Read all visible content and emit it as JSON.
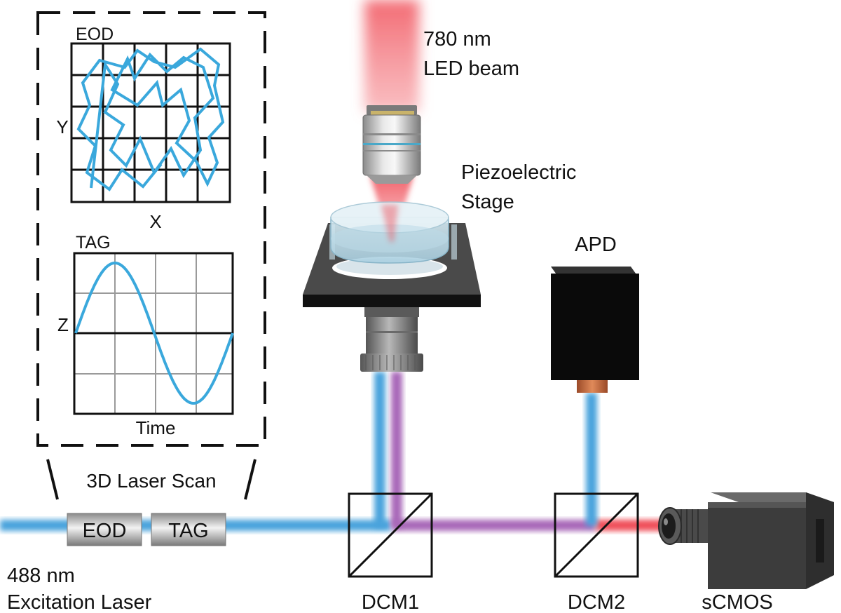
{
  "labels": {
    "led_wavelength": "780 nm",
    "led_beam": "LED beam",
    "stage_line1": "Piezoelectric",
    "stage_line2": "Stage",
    "apd": "APD",
    "scan_title": "3D Laser Scan",
    "eod_plot_title": "EOD",
    "eod_y_axis": "Y",
    "eod_x_axis": "X",
    "tag_plot_title": "TAG",
    "tag_y_axis": "Z",
    "tag_x_axis": "Time",
    "eod_module": "EOD",
    "tag_module": "TAG",
    "laser_wavelength": "488 nm",
    "laser_name": "Excitation Laser",
    "dcm1": "DCM1",
    "dcm2": "DCM2",
    "camera": "sCMOS"
  },
  "colors": {
    "excitation_beam": "#4aa3dc",
    "led_beam": "#f0505a",
    "combined_beam": "#a868b8",
    "scan_trace": "#3aa8dc",
    "apd_lens": "#c8643a",
    "stage_plate": "#4a4a4a",
    "camera_body": "#3a3a3a"
  },
  "icons": {
    "objective": "microscope-objective-icon",
    "stage": "petri-dish-on-stage-icon",
    "detector": "apd-box-icon",
    "camera": "camera-icon",
    "mirror": "dichroic-mirror-icon"
  }
}
